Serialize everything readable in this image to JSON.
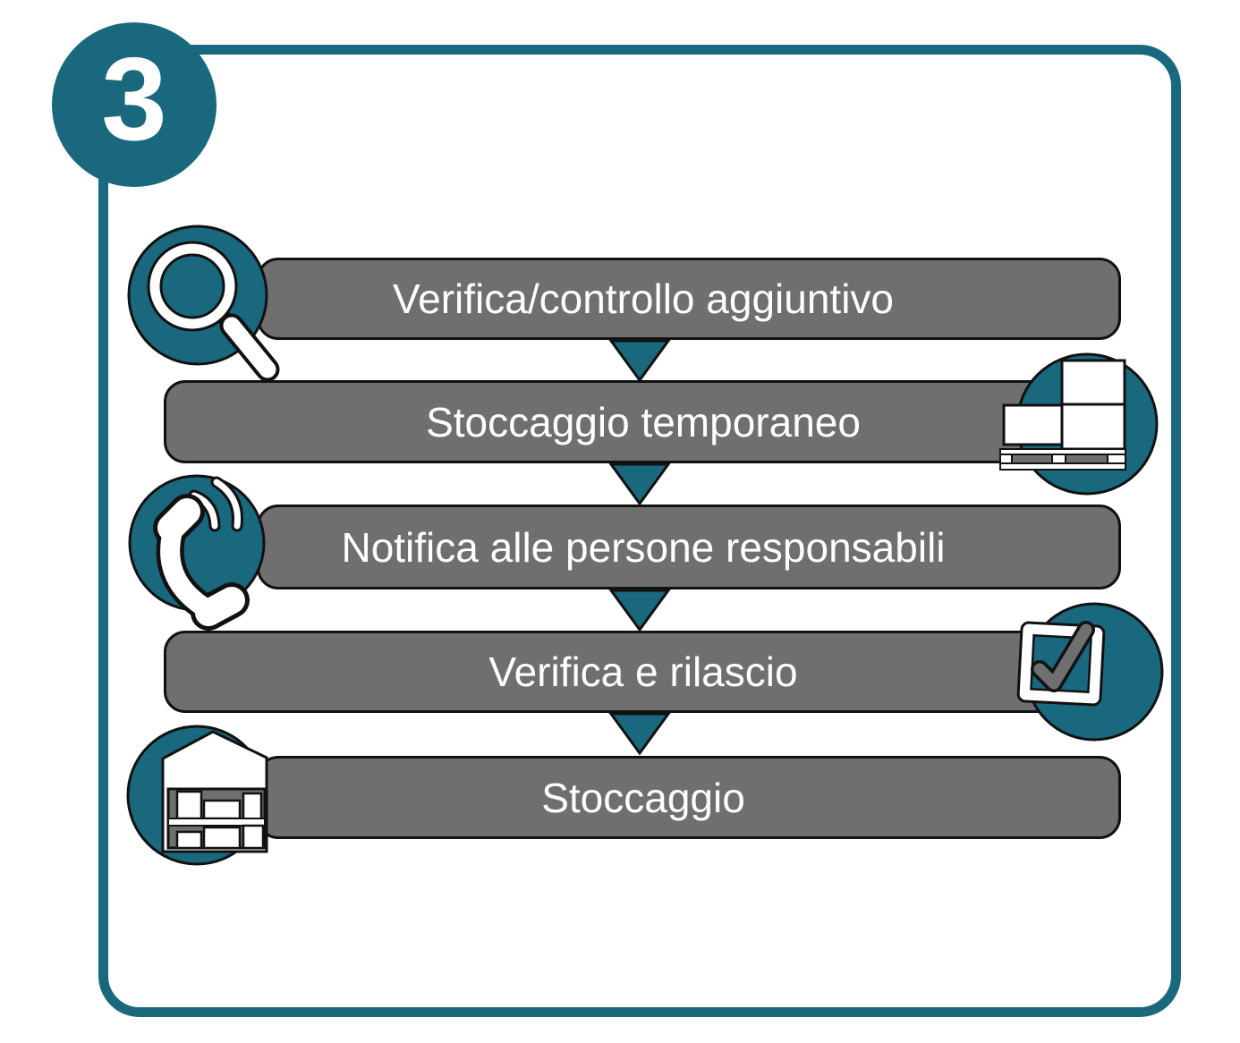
{
  "badge": {
    "number": "3"
  },
  "flow": {
    "steps": [
      {
        "label": "Verifica/controllo aggiuntivo",
        "icon": "magnifier-icon",
        "icon_side": "left"
      },
      {
        "label": "Stoccaggio temporaneo",
        "icon": "pallet-icon",
        "icon_side": "right"
      },
      {
        "label": "Notifica alle persone responsabili",
        "icon": "phone-icon",
        "icon_side": "left"
      },
      {
        "label": "Verifica e rilascio",
        "icon": "checkbox-icon",
        "icon_side": "right"
      },
      {
        "label": "Stoccaggio",
        "icon": "warehouse-icon",
        "icon_side": "left"
      }
    ],
    "connector": "down-arrow"
  },
  "colors": {
    "teal": "#19687E",
    "bar_gray": "#6F6F6F",
    "outline": "#111111",
    "label_text": "#FFFFFF",
    "background": "#FFFFFF"
  }
}
